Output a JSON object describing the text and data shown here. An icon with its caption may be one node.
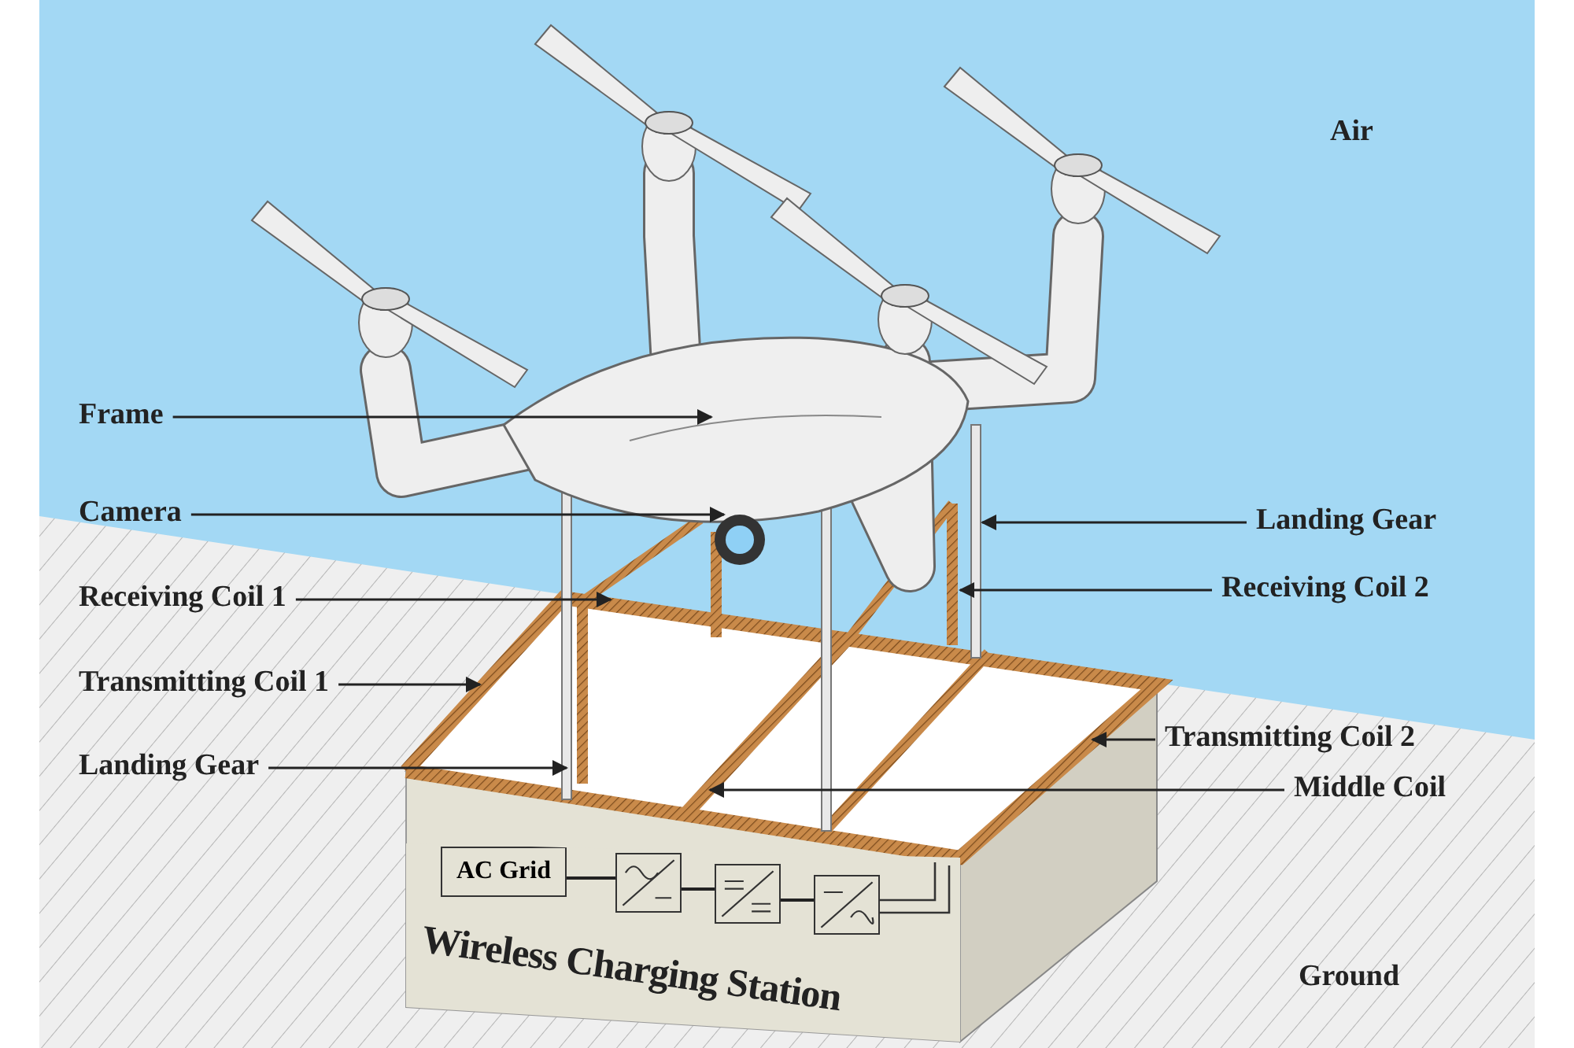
{
  "diagram": {
    "nodes": [
      {
        "text": [
          "Frame"
        ]
      },
      {
        "text": [
          "Camera"
        ]
      },
      {
        "text": [
          "Landing Gear"
        ]
      },
      {
        "text": [
          "Receiving Coil 1"
        ]
      },
      {
        "text": [
          "Receiving Coil 2"
        ]
      },
      {
        "text": [
          "Transmitting Coil 1"
        ]
      },
      {
        "text": [
          "Landing Gear"
        ]
      },
      {
        "text": [
          "Transmitting Coil 2"
        ]
      },
      {
        "text": [
          "Middle Coil"
        ]
      },
      {
        "text": [
          "Wireless Charging Station"
        ]
      },
      {
        "text": [
          "AC Grid"
        ],
        "in": 9
      },
      {
        "text": [],
        "shape": "box",
        "in": 9
      },
      {
        "text": [],
        "shape": "box",
        "in": 9
      },
      {
        "text": [],
        "shape": "box",
        "in": 9
      }
    ],
    "edges": [
      {
        "from": 0,
        "to": null,
        "arrow": "to"
      },
      {
        "from": 1,
        "to": null,
        "arrow": "to"
      },
      {
        "from": 2,
        "to": null,
        "arrow": "to"
      },
      {
        "from": 3,
        "to": null,
        "arrow": "to"
      },
      {
        "from": 4,
        "to": null,
        "arrow": "to"
      },
      {
        "from": 5,
        "to": null,
        "arrow": "to"
      },
      {
        "from": 6,
        "to": null,
        "arrow": "to"
      },
      {
        "from": 7,
        "to": null,
        "arrow": "to"
      },
      {
        "from": 8,
        "to": null,
        "arrow": "to"
      },
      {
        "from": 10,
        "to": 11,
        "arrow": "none"
      },
      {
        "from": 11,
        "to": 12,
        "arrow": "none"
      },
      {
        "from": 12,
        "to": 13,
        "arrow": "none"
      }
    ],
    "labels": [
      "Air",
      "Ground"
    ]
  }
}
